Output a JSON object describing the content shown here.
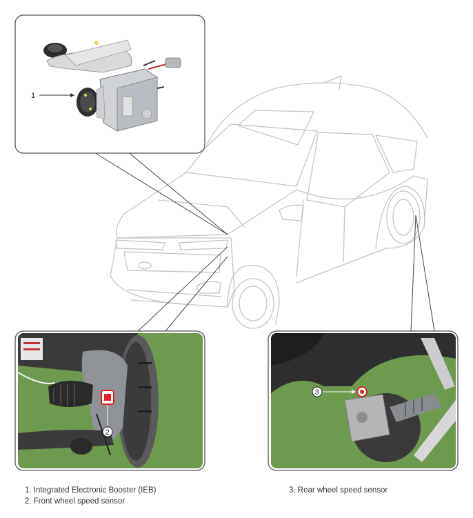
{
  "callouts": {
    "c1": "1",
    "c2": "2",
    "c3": "3"
  },
  "legend": {
    "items": [
      "1. Integrated Electronic Booster (IEB)",
      "2. Front wheel speed sensor",
      "3. Rear wheel speed sensor"
    ]
  },
  "colors": {
    "outline": "#c4c4c4",
    "frame": "#555555",
    "background_green": "#6d9a4e",
    "sensor_highlight": "#e02020"
  }
}
